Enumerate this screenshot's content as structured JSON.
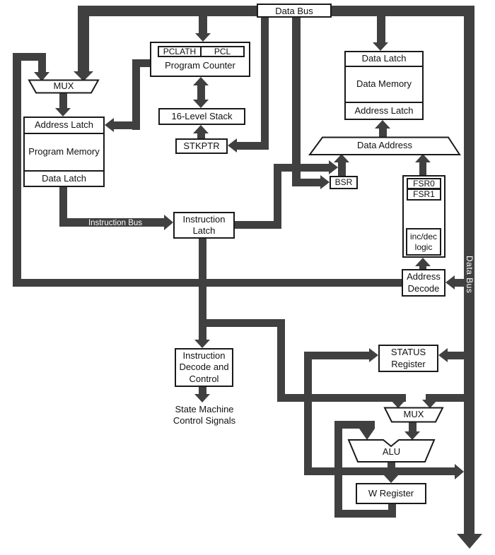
{
  "colors": {
    "line": "#404040",
    "border": "#1a1a1a",
    "text": "#111111",
    "bus_text": "#ffffff",
    "background": "#ffffff"
  },
  "buses": {
    "top": "Data Bus",
    "right": "Data Bus",
    "instruction": "Instruction Bus"
  },
  "blocks": {
    "program_counter": {
      "pclath": "PCLATH",
      "pcl": "PCL",
      "label": "Program Counter"
    },
    "stack": "16-Level Stack",
    "stkptr": "STKPTR",
    "mux_program": "MUX",
    "program_memory": {
      "top": "Address Latch",
      "middle": "Program Memory",
      "bottom": "Data Latch"
    },
    "data_memory": {
      "top": "Data Latch",
      "middle": "Data Memory",
      "bottom": "Address Latch"
    },
    "data_address": "Data Address",
    "bsr": "BSR",
    "fsr0": "FSR0",
    "fsr1": "FSR1",
    "inc_dec_logic": "inc/dec\nlogic",
    "address_decode": "Address\nDecode",
    "instruction_latch": "Instruction\nLatch",
    "instruction_decode": "Instruction\nDecode and\nControl",
    "state_machine": "State Machine\nControl Signals",
    "status_register": "STATUS\nRegister",
    "mux_alu": "MUX",
    "alu": "ALU",
    "w_register": "W Register"
  }
}
